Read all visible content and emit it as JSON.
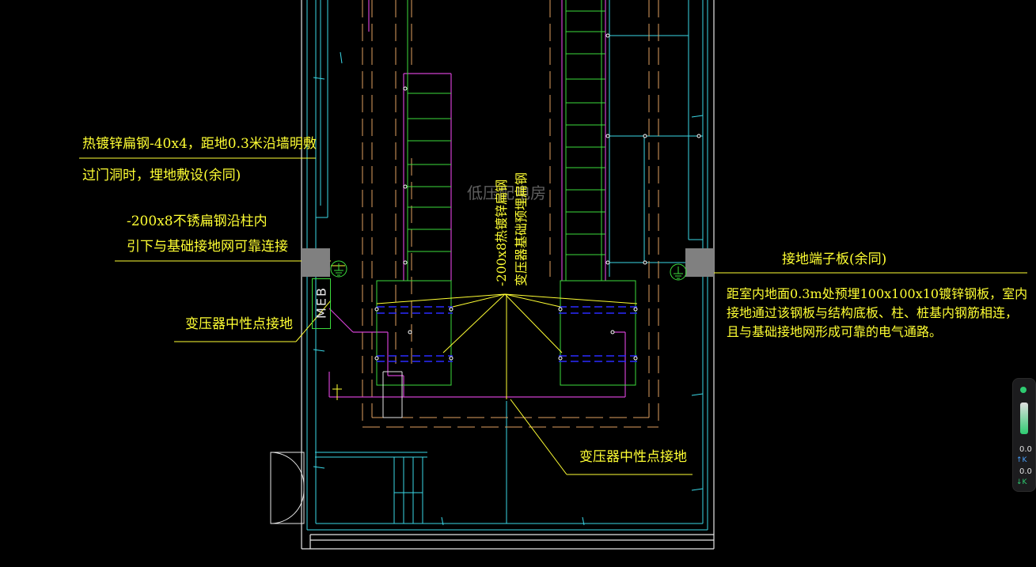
{
  "drawing": {
    "watermark": "低压配电房",
    "annotations": {
      "flat_steel_line1": "热镀锌扁钢-40x4，距地0.3米沿墙明敷",
      "flat_steel_line2": "过门洞时，埋地敷设(余同)",
      "stainless_line1": "-200x8不锈扁钢沿柱内",
      "stainless_line2": "引下与基础接地网可靠连接",
      "neutral_left": "变压器中性点接地",
      "neutral_bottom": "变压器中性点接地",
      "terminal_plate": "接地端子板(余同)",
      "embedded_plate": "距室内地面0.3m处预埋100x100x10镀锌钢板，室内\n接地通过该钢板与结构底板、柱、桩基内钢筋相连，\n且与基础接地网形成可靠的电气通路。",
      "vertical_1": "-200x8热镀锌扁钢",
      "vertical_2": "变压器基础预埋扁钢"
    },
    "meb_label": "MEB",
    "colors": {
      "background": "#000000",
      "wall": "#3ad7e6",
      "annotation": "#ffff33",
      "ground_conductor": "#d040d0",
      "equipment": "#3cdc3c",
      "busbar": "#2a2aff",
      "column": "#808080"
    }
  },
  "tray_widget": {
    "upload": "0.0",
    "upload_unit": "K",
    "download": "0.0",
    "download_unit": "K"
  }
}
